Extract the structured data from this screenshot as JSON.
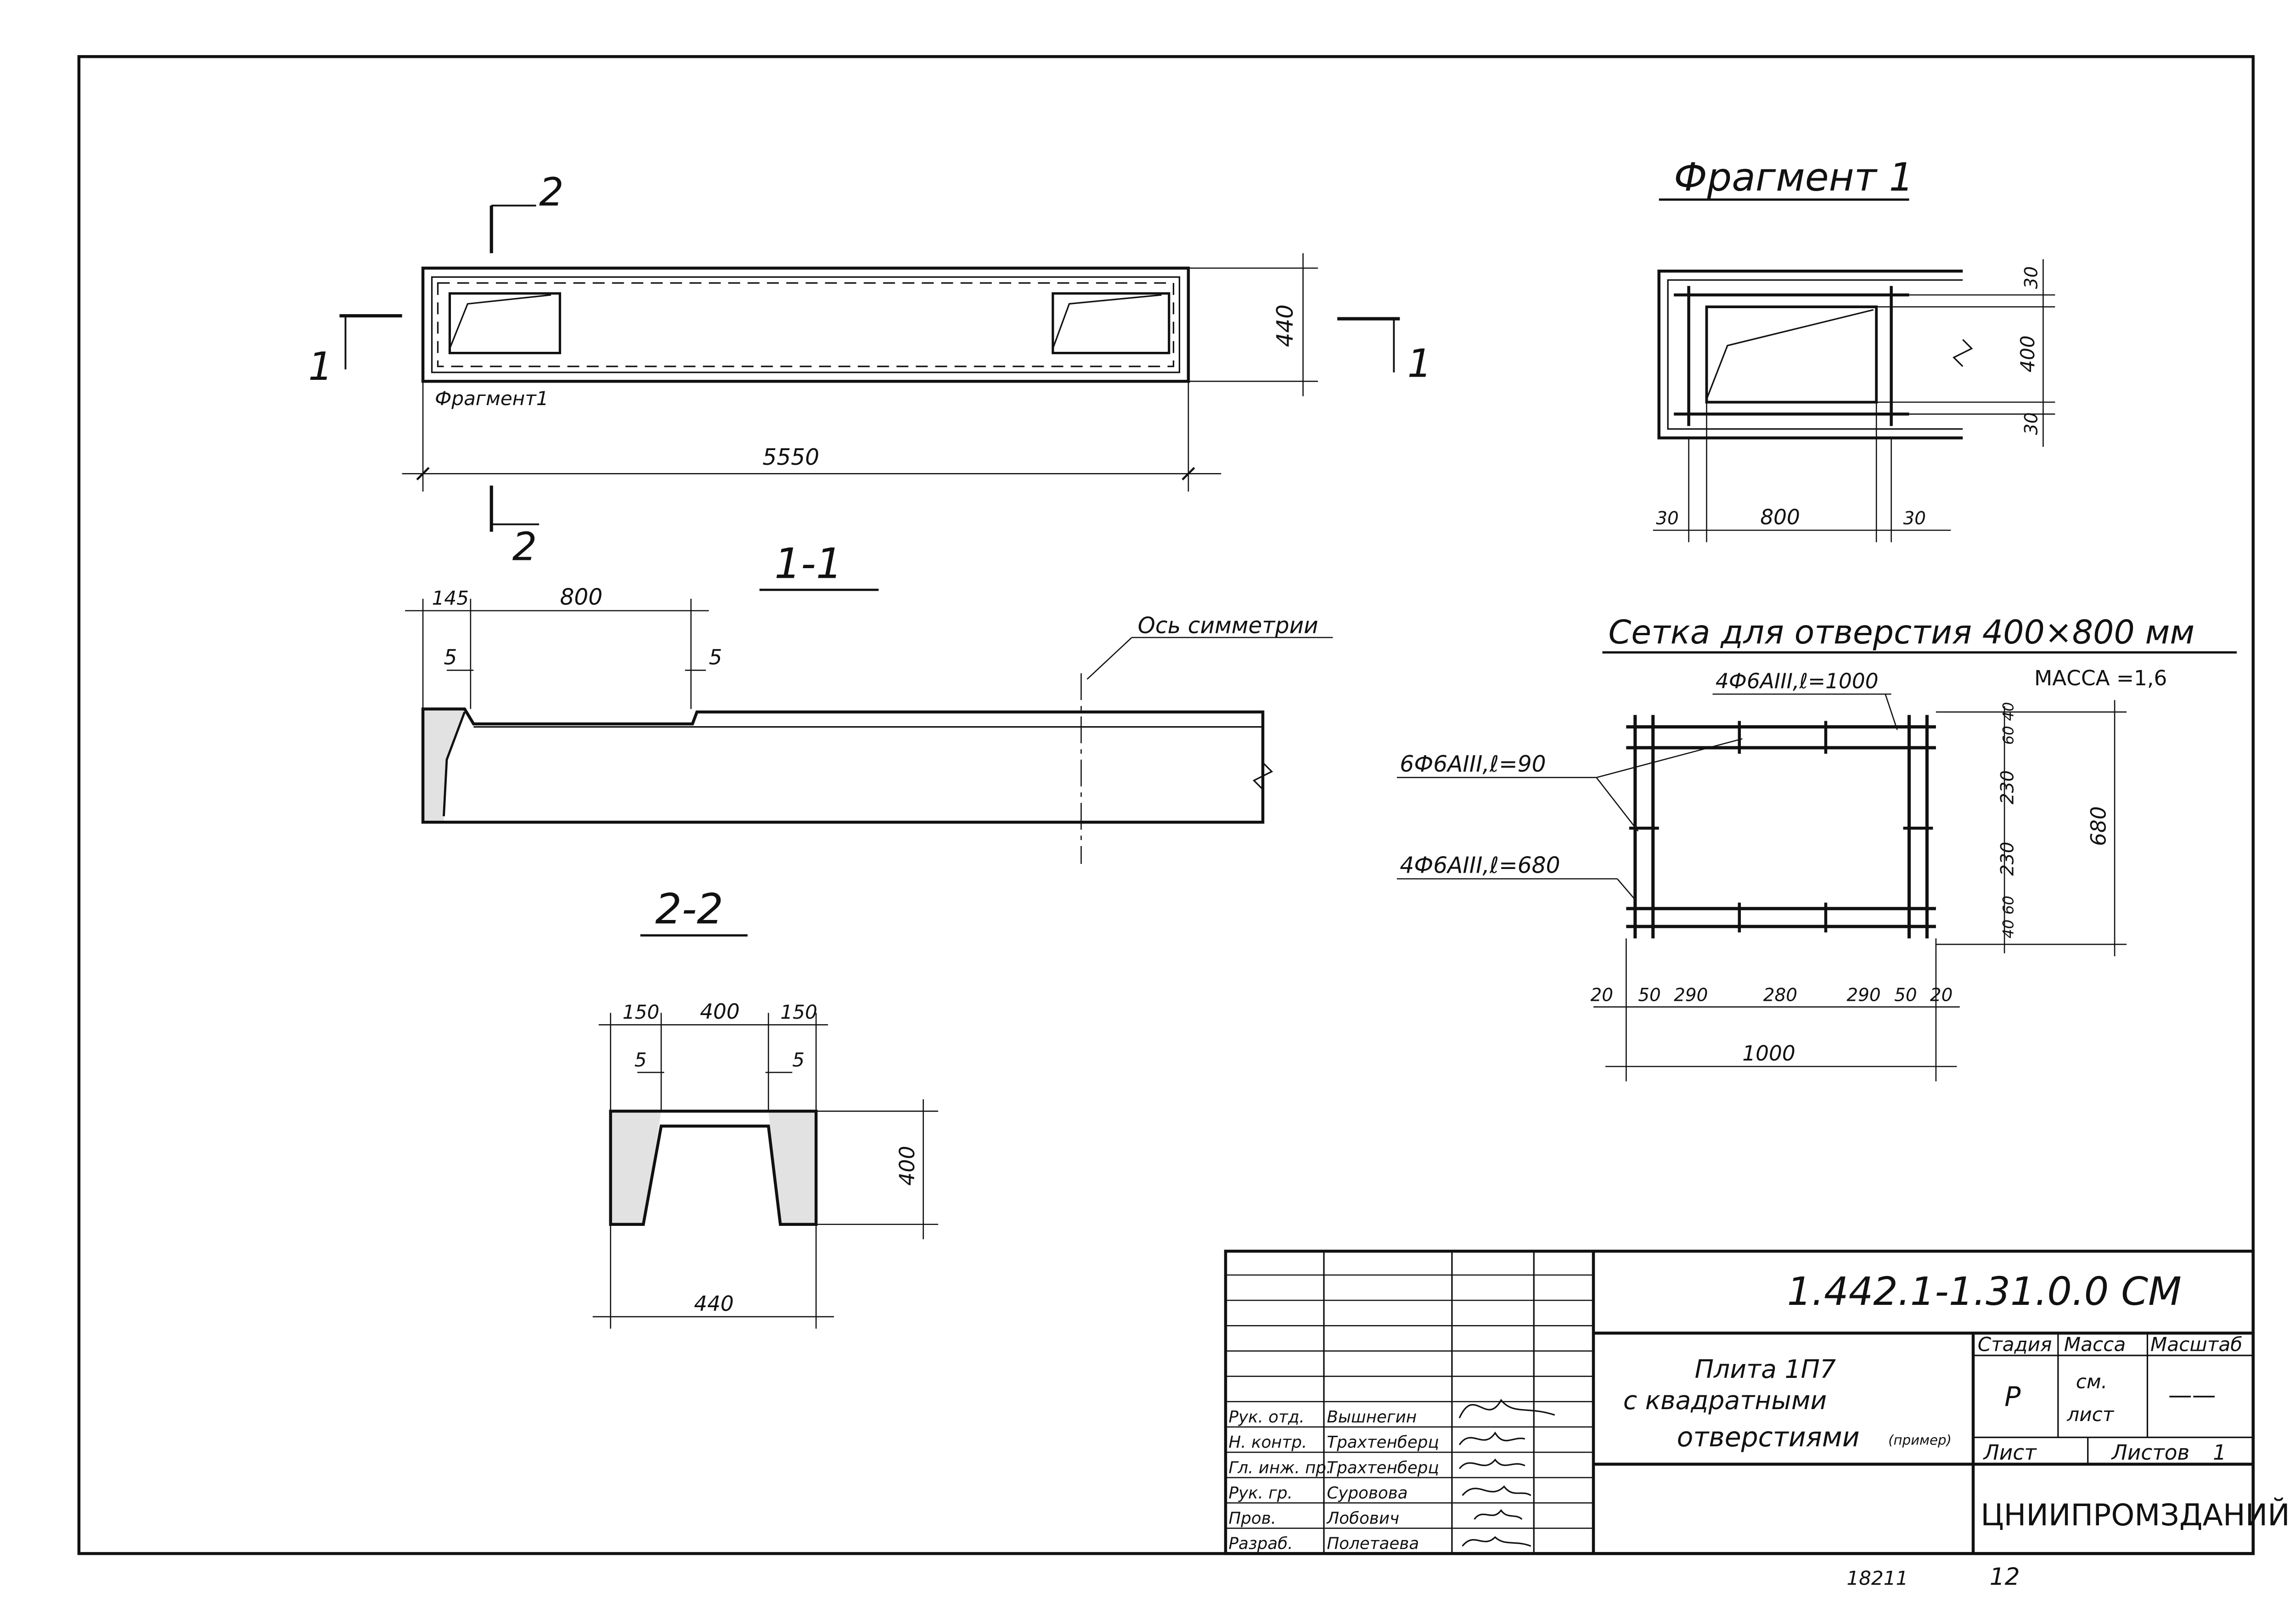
{
  "drawing": {
    "plan": {
      "section_mark_2_top": "2",
      "section_mark_2_bottom": "2",
      "section_mark_1_left": "1",
      "section_mark_1_right": "1",
      "fragment_label": "Фрагмент1",
      "dim_length": "5550",
      "dim_width": "440"
    },
    "section_1_1": {
      "title": "1-1",
      "dim_145": "145",
      "dim_800": "800",
      "dim_5_left": "5",
      "dim_5_right": "5",
      "axis_label": "Ось симметрии"
    },
    "section_2_2": {
      "title": "2-2",
      "dim_150_left": "150",
      "dim_400_top": "400",
      "dim_150_right": "150",
      "dim_5_left": "5",
      "dim_5_right": "5",
      "dim_400_height": "400",
      "dim_440": "440"
    },
    "fragment_1": {
      "title": "Фрагмент 1",
      "dim_30_a": "30",
      "dim_400": "400",
      "dim_30_b": "30",
      "dim_30_left": "30",
      "dim_800": "800",
      "dim_30_right": "30"
    },
    "mesh": {
      "title": "Сетка для отверстия 400×800 мм",
      "mass": "МАССА =1,6",
      "bar_top": "4Ф6АIII,ℓ=1000",
      "bar_left_1": "6Ф6АIII,ℓ=90",
      "bar_left_2": "4Ф6АIII,ℓ=680",
      "dims_right": [
        "40",
        "60",
        "230",
        "230",
        "60",
        "40"
      ],
      "dim_680": "680",
      "dims_bottom": [
        "20",
        "50",
        "290",
        "280",
        "290",
        "50",
        "20"
      ],
      "dim_1000": "1000"
    }
  },
  "title_block": {
    "doc_code": "1.442.1-1.31.0.0 СМ",
    "product_name_line1": "Плита 1П7",
    "product_name_line2": "с квадратными",
    "product_name_line3": "отверстиями",
    "product_name_note": "(пример)",
    "stage_header": "Стадия",
    "mass_header": "Масса",
    "scale_header": "Масштаб",
    "stage_value": "Р",
    "mass_value_line1": "см.",
    "mass_value_line2": "лист",
    "scale_value": "——",
    "sheet_label": "Лист",
    "sheets_label": "Листов",
    "sheets_value": "1",
    "organization": "ЦНИИПРОМЗДАНИЙ",
    "roles": [
      "Рук. отд.",
      "Н. контр.",
      "Гл. инж. пр.",
      "Рук. гр.",
      "Пров.",
      "Разраб."
    ],
    "names": [
      "Вышнегин",
      "Трахтенберц",
      "Трахтенберц",
      "Суровова",
      "Лобович",
      "Полетаева"
    ]
  },
  "footer": {
    "inventory_number": "18211",
    "page_number": "12"
  }
}
